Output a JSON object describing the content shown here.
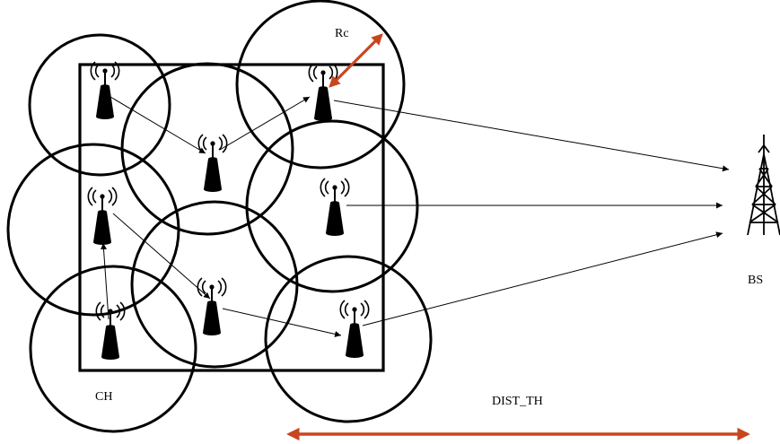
{
  "labels": {
    "rc": "Rc",
    "ch": "CH",
    "bs": "BS",
    "dist_th": "DIST_TH"
  },
  "nodes": [
    "n1",
    "n2",
    "n3",
    "n4",
    "n5",
    "n6",
    "n7",
    "n8"
  ],
  "links": [
    {
      "from": "n1",
      "to": "n2"
    },
    {
      "from": "n2",
      "to": "n3"
    },
    {
      "from": "n4",
      "to": "n6"
    },
    {
      "from": "n6",
      "to": "n8"
    },
    {
      "from": "n7",
      "to": "n4"
    },
    {
      "from": "n3",
      "to": "bs"
    },
    {
      "from": "n5",
      "to": "bs"
    },
    {
      "from": "n8",
      "to": "bs"
    }
  ],
  "colors": {
    "stroke": "#000000",
    "accent_arrow": "#c8461e"
  }
}
